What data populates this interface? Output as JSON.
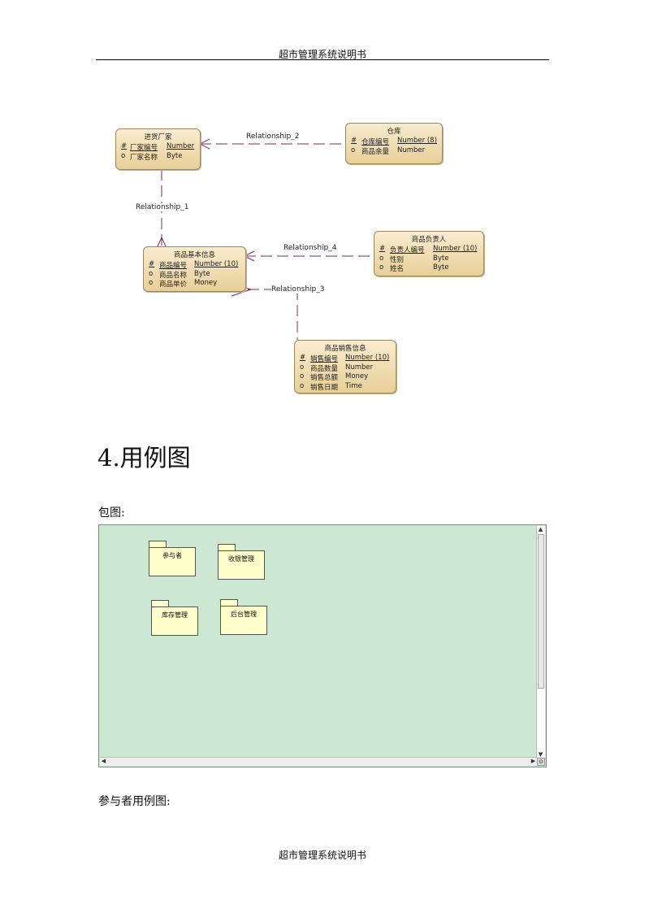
{
  "header": "超市管理系统说明书",
  "footer": "超市管理系统说明书",
  "er": {
    "entities": {
      "vendor": {
        "title": "进货厂家",
        "attrs": [
          {
            "mark": "#",
            "name": "厂家编号",
            "type": "Number",
            "key": true
          },
          {
            "mark": "o",
            "name": "厂家名称",
            "type": "Byte",
            "key": false
          }
        ]
      },
      "warehouse": {
        "title": "仓库",
        "attrs": [
          {
            "mark": "#",
            "name": "仓库编号",
            "type": "Number (8)",
            "key": true
          },
          {
            "mark": "o",
            "name": "商品余量",
            "type": "Number",
            "key": false
          }
        ]
      },
      "goods": {
        "title": "商品基本信息",
        "attrs": [
          {
            "mark": "#",
            "name": "商品编号",
            "type": "Number (10)",
            "key": true
          },
          {
            "mark": "o",
            "name": "商品名称",
            "type": "Byte",
            "key": false
          },
          {
            "mark": "o",
            "name": "商品单价",
            "type": "Money",
            "key": false
          }
        ]
      },
      "manager": {
        "title": "商品负责人",
        "attrs": [
          {
            "mark": "#",
            "name": "负责人编号",
            "type": "Number (10)",
            "key": true
          },
          {
            "mark": "o",
            "name": "性别",
            "type": "Byte",
            "key": false
          },
          {
            "mark": "o",
            "name": "姓名",
            "type": "Byte",
            "key": false
          }
        ]
      },
      "sales": {
        "title": "商品销售信息",
        "attrs": [
          {
            "mark": "#",
            "name": "销售编号",
            "type": "Number (10)",
            "key": true
          },
          {
            "mark": "o",
            "name": "商品数量",
            "type": "Number",
            "key": false
          },
          {
            "mark": "o",
            "name": "销售总额",
            "type": "Money",
            "key": false
          },
          {
            "mark": "o",
            "name": "销售日期",
            "type": "Time",
            "key": false
          }
        ]
      }
    },
    "relationships": {
      "r1": "Relationship_1",
      "r2": "Relationship_2",
      "r3": "Relationship_3",
      "r4": "Relationship_4"
    }
  },
  "section_heading": "4.用例图",
  "package_label": "包图:",
  "packages": {
    "p1": "参与者",
    "p2": "收银管理",
    "p3": "库存管理",
    "p4": "后台管理"
  },
  "actor_label": "参与者用例图:"
}
